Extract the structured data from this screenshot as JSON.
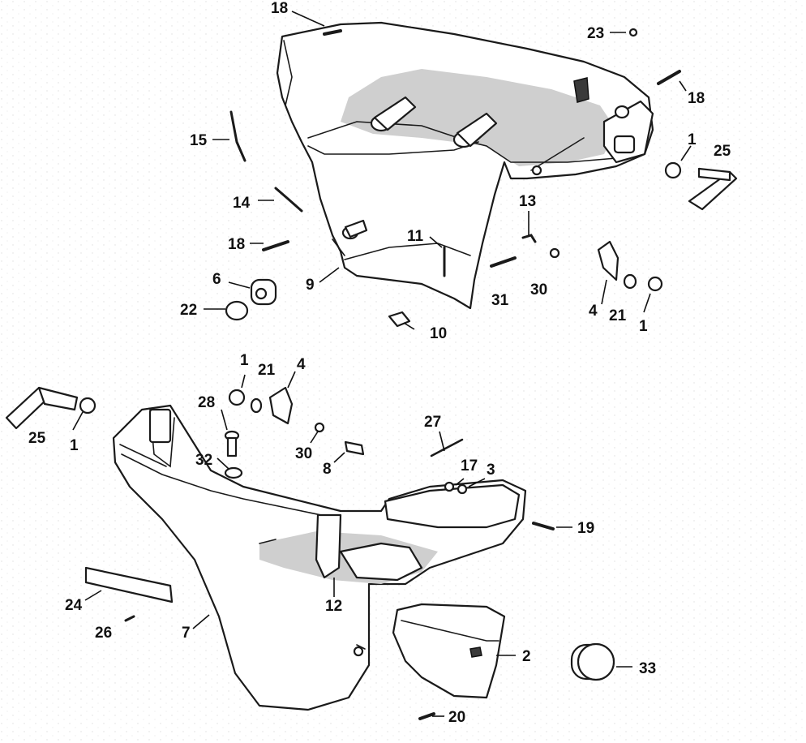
{
  "callouts": [
    {
      "id": "c18a",
      "label": "18"
    },
    {
      "id": "c23",
      "label": "23"
    },
    {
      "id": "c18b",
      "label": "18"
    },
    {
      "id": "c15",
      "label": "15"
    },
    {
      "id": "c1a",
      "label": "1"
    },
    {
      "id": "c25a",
      "label": "25"
    },
    {
      "id": "c14",
      "label": "14"
    },
    {
      "id": "c13",
      "label": "13"
    },
    {
      "id": "c18c",
      "label": "18"
    },
    {
      "id": "c11",
      "label": "11"
    },
    {
      "id": "c6",
      "label": "6"
    },
    {
      "id": "c9",
      "label": "9"
    },
    {
      "id": "c31",
      "label": "31"
    },
    {
      "id": "c30a",
      "label": "30"
    },
    {
      "id": "c4a",
      "label": "4"
    },
    {
      "id": "c21a",
      "label": "21"
    },
    {
      "id": "c1b",
      "label": "1"
    },
    {
      "id": "c22",
      "label": "22"
    },
    {
      "id": "c10",
      "label": "10"
    },
    {
      "id": "c1c",
      "label": "1"
    },
    {
      "id": "c21b",
      "label": "21"
    },
    {
      "id": "c4b",
      "label": "4"
    },
    {
      "id": "c28",
      "label": "28"
    },
    {
      "id": "c25b",
      "label": "25"
    },
    {
      "id": "c1d",
      "label": "1"
    },
    {
      "id": "c27",
      "label": "27"
    },
    {
      "id": "c30b",
      "label": "30"
    },
    {
      "id": "c32",
      "label": "32"
    },
    {
      "id": "c8",
      "label": "8"
    },
    {
      "id": "c17",
      "label": "17"
    },
    {
      "id": "c3",
      "label": "3"
    },
    {
      "id": "c19",
      "label": "19"
    },
    {
      "id": "c24",
      "label": "24"
    },
    {
      "id": "c12",
      "label": "12"
    },
    {
      "id": "c26",
      "label": "26"
    },
    {
      "id": "c7",
      "label": "7"
    },
    {
      "id": "c2",
      "label": "2"
    },
    {
      "id": "c33",
      "label": "33"
    },
    {
      "id": "c20",
      "label": "20"
    }
  ]
}
